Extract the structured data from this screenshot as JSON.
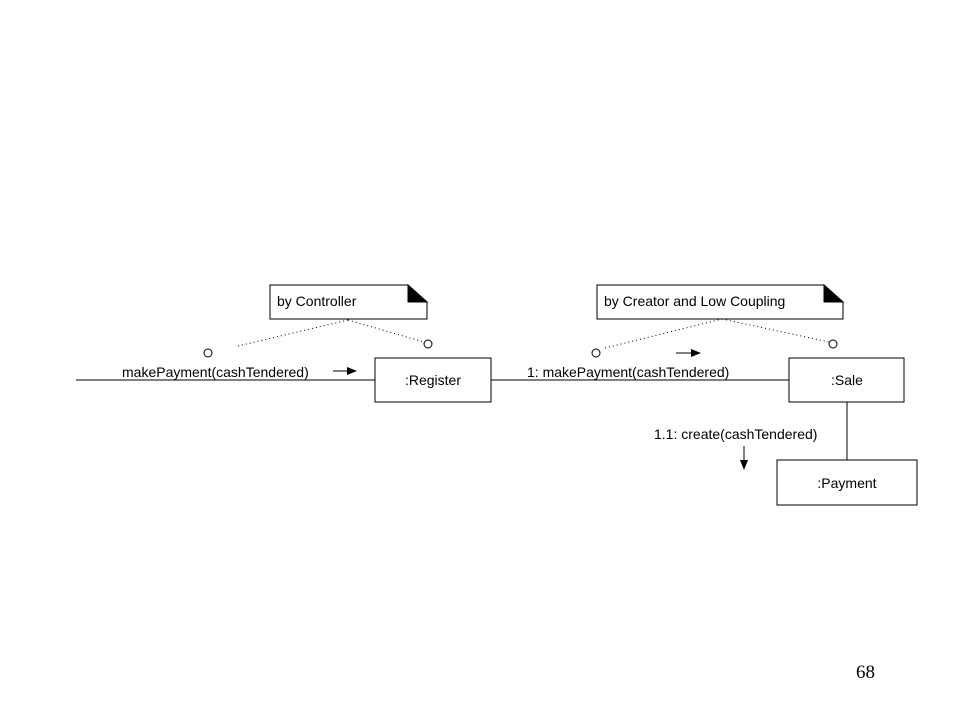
{
  "diagram": {
    "notes": {
      "controller": "by Controller",
      "creator": "by Creator and Low Coupling"
    },
    "objects": {
      "register": ":Register",
      "sale": ":Sale",
      "payment": ":Payment"
    },
    "messages": {
      "make_payment": "makePayment(cashTendered)",
      "make_payment_1": "1: makePayment(cashTendered)",
      "create_1_1": "1.1: create(cashTendered)"
    }
  },
  "page_number": "68"
}
